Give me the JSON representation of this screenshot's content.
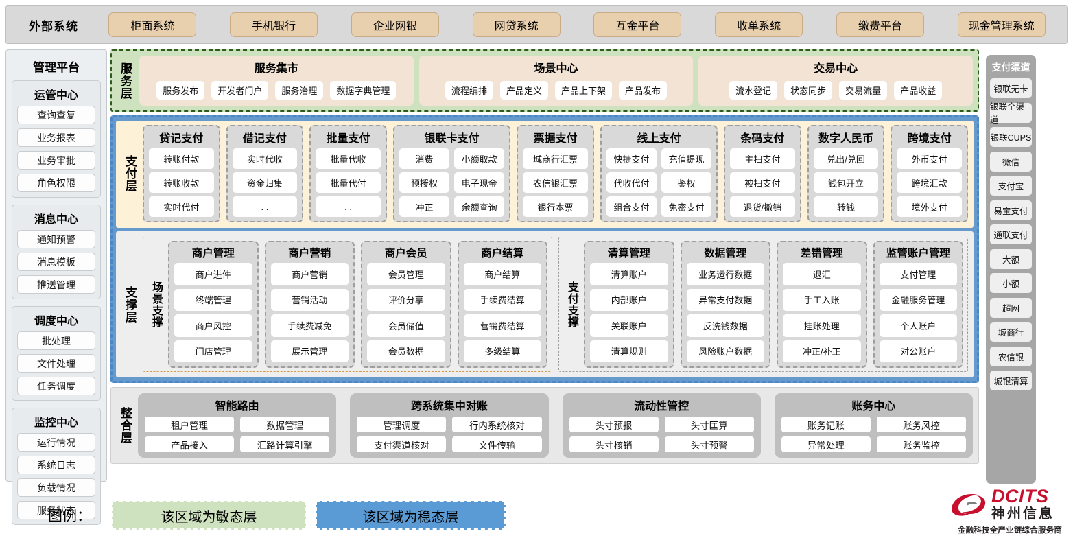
{
  "external_bar": {
    "title": "外部系统",
    "items": [
      "柜面系统",
      "手机银行",
      "企业网银",
      "网贷系统",
      "互金平台",
      "收单系统",
      "缴费平台",
      "现金管理系统"
    ]
  },
  "left_sidebar": {
    "title": "管理平台",
    "groups": [
      {
        "title": "运管中心",
        "items": [
          "查询查复",
          "业务报表",
          "业务审批",
          "角色权限"
        ]
      },
      {
        "title": "消息中心",
        "items": [
          "通知预警",
          "消息模板",
          "推送管理"
        ]
      },
      {
        "title": "调度中心",
        "items": [
          "批处理",
          "文件处理",
          "任务调度"
        ]
      },
      {
        "title": "监控中心",
        "items": [
          "运行情况",
          "系统日志",
          "负载情况",
          "服务状态"
        ]
      }
    ]
  },
  "right_sidebar": {
    "title": "支付渠道",
    "items": [
      "银联无卡",
      "银联全渠道",
      "银联CUPS",
      "微信",
      "支付宝",
      "易宝支付",
      "通联支付",
      "大额",
      "小额",
      "超网",
      "城商行",
      "农信银",
      "城银清算"
    ]
  },
  "service_layer": {
    "label": "服务层",
    "groups": [
      {
        "title": "服务集市",
        "items": [
          "服务发布",
          "开发者门户",
          "服务治理",
          "数据字典管理"
        ]
      },
      {
        "title": "场景中心",
        "items": [
          "流程编排",
          "产品定义",
          "产品上下架",
          "产品发布"
        ]
      },
      {
        "title": "交易中心",
        "items": [
          "流水登记",
          "状态同步",
          "交易流量",
          "产品收益"
        ]
      }
    ]
  },
  "payment_layer": {
    "label": "支付层",
    "groups": [
      {
        "title": "贷记支付",
        "cols": 1,
        "rows": [
          [
            "转账付款"
          ],
          [
            "转账收款"
          ],
          [
            "实时代付"
          ]
        ]
      },
      {
        "title": "借记支付",
        "cols": 1,
        "rows": [
          [
            "实时代收"
          ],
          [
            "资金归集"
          ],
          [
            ". ."
          ]
        ]
      },
      {
        "title": "批量支付",
        "cols": 1,
        "rows": [
          [
            "批量代收"
          ],
          [
            "批量代付"
          ],
          [
            ". ."
          ]
        ]
      },
      {
        "title": "银联卡支付",
        "cols": 2,
        "rows": [
          [
            "消费",
            "小额取款"
          ],
          [
            "预授权",
            "电子现金"
          ],
          [
            "冲正",
            "余额查询"
          ]
        ]
      },
      {
        "title": "票据支付",
        "cols": 1,
        "rows": [
          [
            "城商行汇票"
          ],
          [
            "农信银汇票"
          ],
          [
            "银行本票"
          ]
        ]
      },
      {
        "title": "线上支付",
        "cols": 2,
        "rows": [
          [
            "快捷支付",
            "充值提现"
          ],
          [
            "代收代付",
            "鉴权"
          ],
          [
            "组合支付",
            "免密支付"
          ]
        ]
      },
      {
        "title": "条码支付",
        "cols": 1,
        "rows": [
          [
            "主扫支付"
          ],
          [
            "被扫支付"
          ],
          [
            "退货/撤销"
          ]
        ]
      },
      {
        "title": "数字人民币",
        "cols": 1,
        "rows": [
          [
            "兑出/兑回"
          ],
          [
            "钱包开立"
          ],
          [
            "转钱"
          ]
        ]
      },
      {
        "title": "跨境支付",
        "cols": 1,
        "rows": [
          [
            "外币支付"
          ],
          [
            "跨境汇款"
          ],
          [
            "境外支付"
          ]
        ]
      }
    ]
  },
  "support_layer": {
    "label": "支撑层",
    "scene": {
      "label": "场景支撑",
      "groups": [
        {
          "title": "商户管理",
          "items": [
            "商户进件",
            "终端管理",
            "商户风控",
            "门店管理"
          ]
        },
        {
          "title": "商户营销",
          "items": [
            "商户营销",
            "营销活动",
            "手续费减免",
            "展示管理"
          ]
        },
        {
          "title": "商户会员",
          "items": [
            "会员管理",
            "评价分享",
            "会员储值",
            "会员数据"
          ]
        },
        {
          "title": "商户结算",
          "items": [
            "商户结算",
            "手续费结算",
            "营销费结算",
            "多级结算"
          ]
        }
      ]
    },
    "paysupport": {
      "label": "支付支撑",
      "groups": [
        {
          "title": "清算管理",
          "items": [
            "清算账户",
            "内部账户",
            "关联账户",
            "清算规则"
          ]
        },
        {
          "title": "数据管理",
          "items": [
            "业务运行数据",
            "异常支付数据",
            "反洗钱数据",
            "风险账户数据"
          ]
        },
        {
          "title": "差错管理",
          "items": [
            "退汇",
            "手工入账",
            "挂账处理",
            "冲正/补正"
          ]
        },
        {
          "title": "监管账户管理",
          "items": [
            "支付管理",
            "金融服务管理",
            "个人账户",
            "对公账户"
          ]
        }
      ]
    }
  },
  "integration_layer": {
    "label": "整合层",
    "groups": [
      {
        "title": "智能路由",
        "rows": [
          [
            "租户管理",
            "数据管理"
          ],
          [
            "产品接入",
            "汇路计算引擎"
          ]
        ]
      },
      {
        "title": "跨系统集中对账",
        "rows": [
          [
            "管理调度",
            "行内系统核对"
          ],
          [
            "支付渠道核对",
            "文件传输"
          ]
        ]
      },
      {
        "title": "流动性管控",
        "rows": [
          [
            "头寸预报",
            "头寸匡算"
          ],
          [
            "头寸核销",
            "头寸预警"
          ]
        ]
      },
      {
        "title": "账务中心",
        "rows": [
          [
            "账务记账",
            "账务风控"
          ],
          [
            "异常处理",
            "账务监控"
          ]
        ]
      }
    ]
  },
  "legend": {
    "label": "图例：",
    "agile": "该区域为敏态层",
    "stable": "该区域为稳态层",
    "agile_color": "#cfe2c0",
    "stable_color": "#5b9bd5"
  },
  "logo": {
    "brand_en": "DCITS",
    "brand_cn": "神州信息",
    "tagline": "金融科技全产业链综合服务商",
    "brand_color": "#c8102e"
  }
}
